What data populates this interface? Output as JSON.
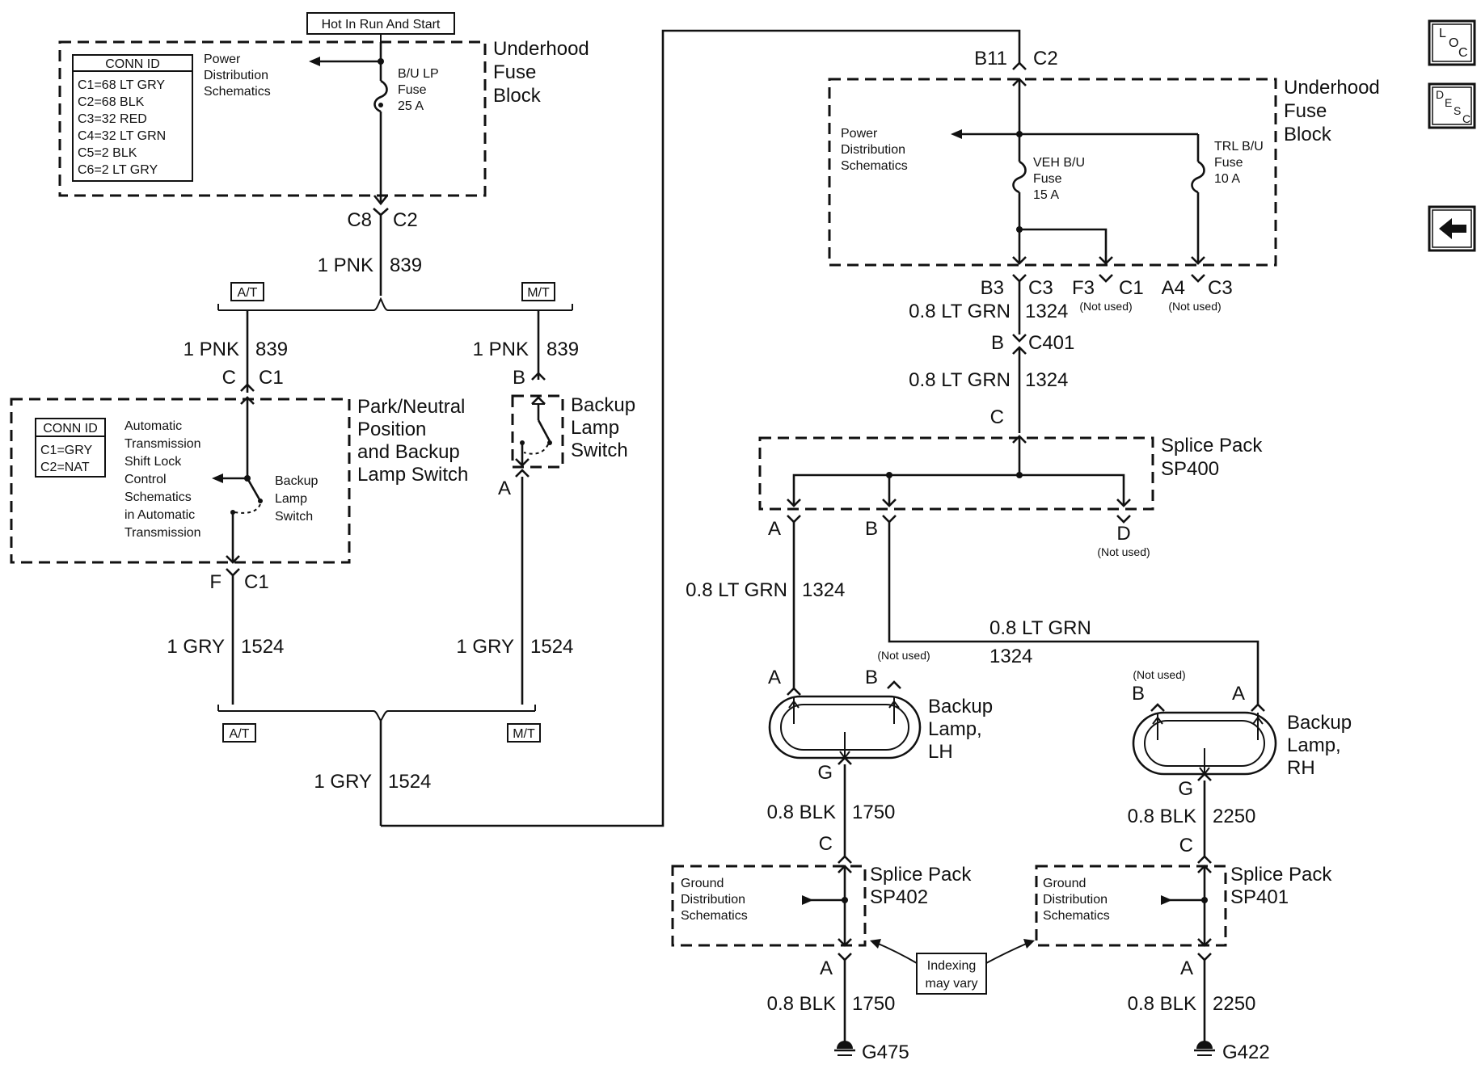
{
  "title_box": "Hot In Run And Start",
  "fuse_block_1": {
    "name_lines": [
      "Underhood",
      "Fuse",
      "Block"
    ],
    "conn_id_title": "CONN ID",
    "conn_id_rows": [
      "C1=68 LT GRY",
      "C2=68 BLK",
      "C3=32 RED",
      "C4=32 LT GRN",
      "C5=2 BLK",
      "C6=2 LT GRY"
    ],
    "power_dist_lines": [
      "Power",
      "Distribution",
      "Schematics"
    ],
    "fuse_lines": [
      "B/U LP",
      "Fuse",
      "25 A"
    ],
    "conn_left": "C8",
    "conn_right": "C2"
  },
  "wire_main": {
    "gauge_color": "1 PNK",
    "circuit": "839"
  },
  "at_label": "A/T",
  "mt_label": "M/T",
  "at_branch": {
    "gauge_color": "1 PNK",
    "circuit": "839",
    "pin_top": "C",
    "conn_top": "C1",
    "pin_bottom": "F",
    "conn_bottom": "C1"
  },
  "mt_branch": {
    "gauge_color": "1 PNK",
    "circuit": "839",
    "pin_top": "B",
    "pin_bottom": "A"
  },
  "pnp_switch": {
    "name_lines": [
      "Park/Neutral",
      "Position",
      "and Backup",
      "Lamp Switch"
    ],
    "conn_id_title": "CONN ID",
    "conn_id_rows": [
      "C1=GRY",
      "C2=NAT"
    ],
    "atsl_lines": [
      "Automatic",
      "Transmission",
      "Shift Lock",
      "Control",
      "Schematics",
      "in Automatic",
      "Transmission"
    ],
    "switch_lines": [
      "Backup",
      "Lamp",
      "Switch"
    ]
  },
  "backup_switch_mt": {
    "name_lines": [
      "Backup",
      "Lamp",
      "Switch"
    ]
  },
  "wire_gry_at": {
    "gauge_color": "1 GRY",
    "circuit": "1524"
  },
  "wire_gry_mt": {
    "gauge_color": "1 GRY",
    "circuit": "1524"
  },
  "wire_gry_main": {
    "gauge_color": "1 GRY",
    "circuit": "1524"
  },
  "fuse_block_2": {
    "name_lines": [
      "Underhood",
      "Fuse",
      "Block"
    ],
    "pin_top": "B11",
    "conn_top": "C2",
    "power_dist_lines": [
      "Power",
      "Distribution",
      "Schematics"
    ],
    "veh_fuse_lines": [
      "VEH B/U",
      "Fuse",
      "15 A"
    ],
    "trl_fuse_lines": [
      "TRL B/U",
      "Fuse",
      "10 A"
    ],
    "out_b3": "B3",
    "out_c3": "C3",
    "out_f3": "F3",
    "out_c1": "C1",
    "out_a4": "A4",
    "out_c3b": "C3",
    "not_used": "(Not used)"
  },
  "wire_grn_1": {
    "gauge_color": "0.8 LT GRN",
    "circuit": "1324"
  },
  "c401": {
    "pin": "B",
    "conn": "C401"
  },
  "wire_grn_2": {
    "gauge_color": "0.8 LT GRN",
    "circuit": "1324"
  },
  "splice_sp400": {
    "pin_in": "C",
    "name_lines": [
      "Splice Pack",
      "SP400"
    ],
    "pin_a": "A",
    "pin_b": "B",
    "pin_d": "D",
    "not_used": "(Not used)"
  },
  "wire_grn_lh": {
    "gauge_color": "0.8 LT GRN",
    "circuit": "1324"
  },
  "wire_grn_rh": {
    "gauge_color": "0.8 LT GRN",
    "circuit": "1324"
  },
  "lamp_lh": {
    "name_lines": [
      "Backup",
      "Lamp,",
      "LH"
    ],
    "pin_a": "A",
    "pin_b": "B",
    "pin_g": "G",
    "not_used": "(Not used)"
  },
  "lamp_rh": {
    "name_lines": [
      "Backup",
      "Lamp,",
      "RH"
    ],
    "pin_a": "A",
    "pin_b": "B",
    "pin_g": "G",
    "not_used": "(Not used)"
  },
  "wire_blk_lh_1": {
    "gauge_color": "0.8 BLK",
    "circuit": "1750"
  },
  "wire_blk_rh_1": {
    "gauge_color": "0.8 BLK",
    "circuit": "2250"
  },
  "splice_sp402": {
    "pin_c": "C",
    "pin_a": "A",
    "name_lines": [
      "Splice Pack",
      "SP402"
    ],
    "ground_lines": [
      "Ground",
      "Distribution",
      "Schematics"
    ]
  },
  "splice_sp401": {
    "pin_c": "C",
    "pin_a": "A",
    "name_lines": [
      "Splice Pack",
      "SP401"
    ],
    "ground_lines": [
      "Ground",
      "Distribution",
      "Schematics"
    ]
  },
  "indexing_lines": [
    "Indexing",
    "may vary"
  ],
  "wire_blk_lh_2": {
    "gauge_color": "0.8 BLK",
    "circuit": "1750"
  },
  "wire_blk_rh_2": {
    "gauge_color": "0.8 BLK",
    "circuit": "2250"
  },
  "ground_lh": "G475",
  "ground_rh": "G422",
  "nav": {
    "loc": {
      "l": "L",
      "o": "O",
      "c": "C"
    },
    "desc": {
      "d": "D",
      "e": "E",
      "s": "S",
      "c": "C"
    },
    "back_icon": "left-arrow-icon"
  }
}
